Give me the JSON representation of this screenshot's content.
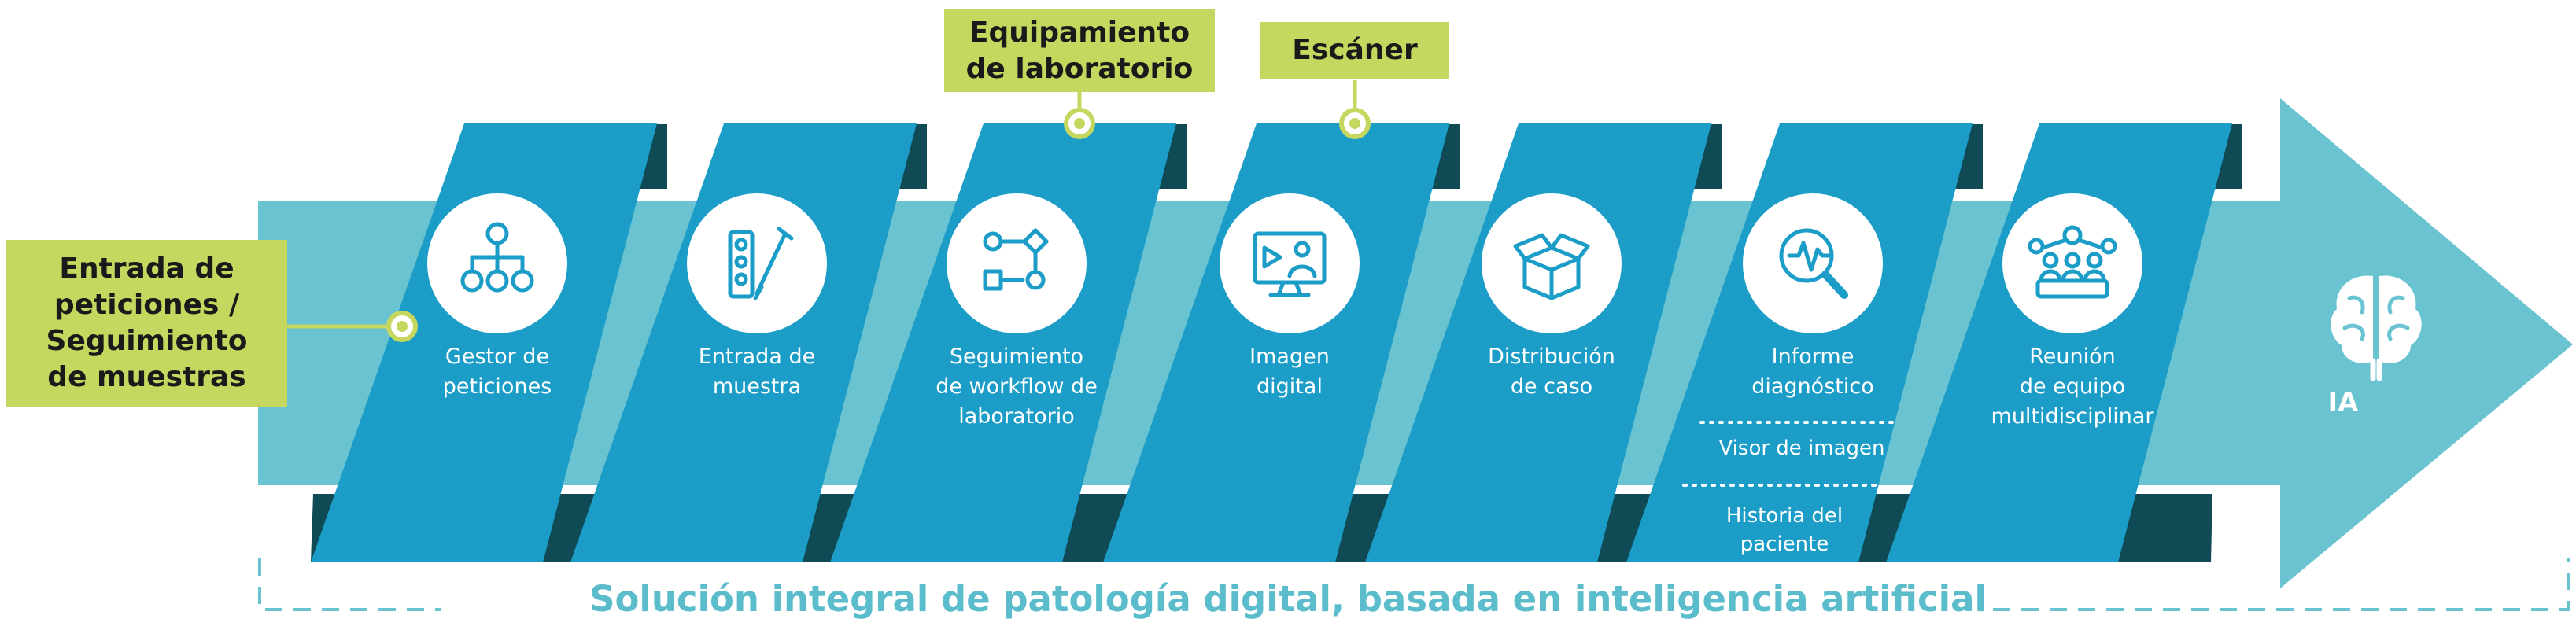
{
  "steps": [
    {
      "label": "Gestor de\npeticiones",
      "icon": "hierarchy-icon"
    },
    {
      "label": "Entrada de\nmuestra",
      "icon": "sample-slide-icon"
    },
    {
      "label": "Seguimiento\nde workflow de\nlaboratorio",
      "icon": "workflow-icon"
    },
    {
      "label": "Imagen\ndigital",
      "icon": "digital-image-icon"
    },
    {
      "label": "Distribución\nde caso",
      "icon": "box-icon"
    },
    {
      "label": "Informe\ndiagnóstico",
      "icon": "magnifier-chart-icon"
    },
    {
      "label": "Reunión\nde equipo\nmultidisciplinar",
      "icon": "team-meeting-icon"
    }
  ],
  "sub_items": [
    "Visor de imagen",
    "Historia del\npaciente"
  ],
  "callouts": {
    "left": "Entrada de\npeticiones /\nSeguimiento\nde muestras",
    "lab": "Equipamiento\nde laboratorio",
    "scanner": "Escáner"
  },
  "ai": {
    "label": "IA",
    "icon": "brain-icon"
  },
  "footer": "Solución integral de patología digital, basada en inteligencia artificial",
  "colors": {
    "band": "#6ac3d0",
    "panel": "#1b9dc8",
    "shadow": "#0f4a55",
    "callout": "#c5d75e",
    "footer_text": "#5bbccc"
  }
}
